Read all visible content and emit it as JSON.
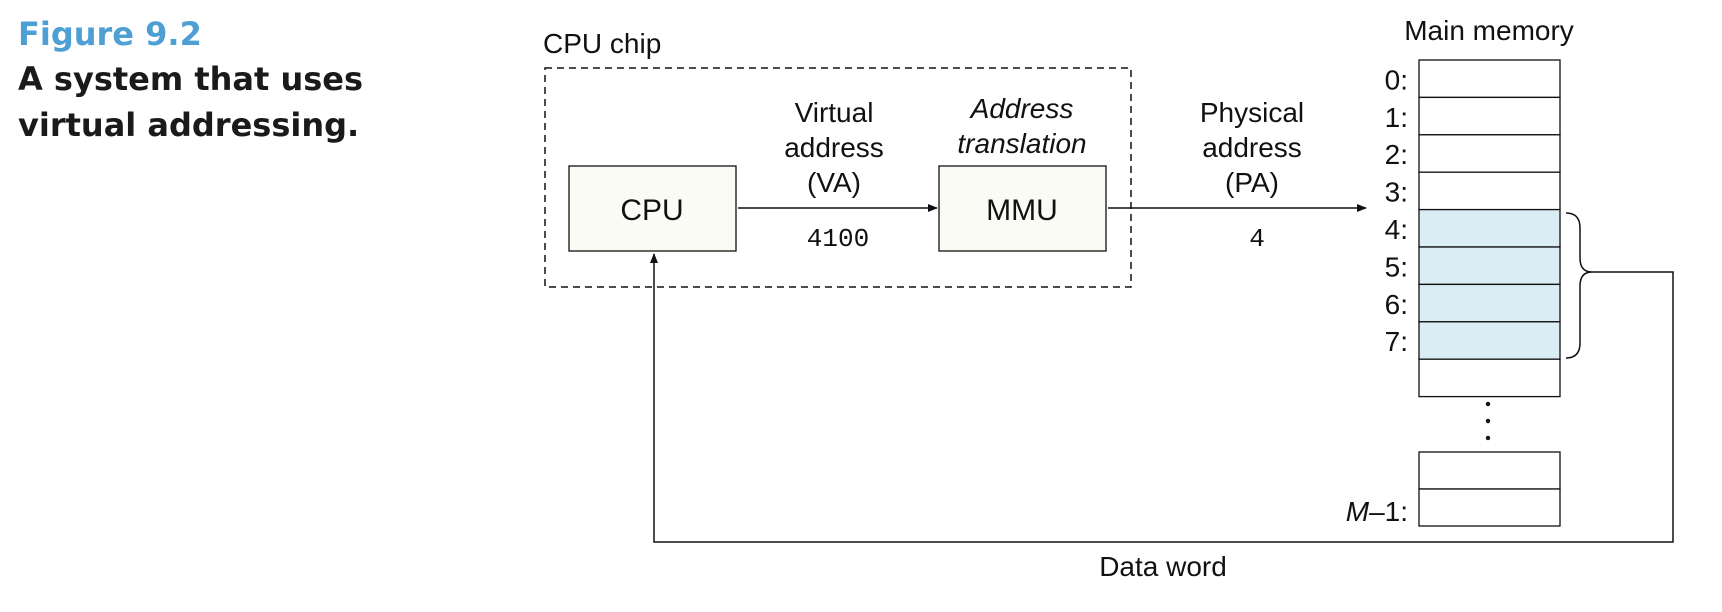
{
  "figure": {
    "label": "Figure 9.2",
    "title": "A system that uses virtual addressing."
  },
  "cpu_chip": {
    "label": "CPU chip",
    "cpu_label": "CPU",
    "mmu_label": "MMU",
    "mmu_caption_line1": "Address",
    "mmu_caption_line2": "translation"
  },
  "virtual_address": {
    "line1": "Virtual",
    "line2": "address",
    "line3": "(VA)",
    "value": "4100"
  },
  "physical_address": {
    "line1": "Physical",
    "line2": "address",
    "line3": "(PA)",
    "value": "4"
  },
  "main_memory": {
    "title": "Main memory",
    "rows": [
      "0:",
      "1:",
      "2:",
      "3:",
      "4:",
      "5:",
      "6:",
      "7:"
    ],
    "highlighted_rows": [
      4,
      5,
      6,
      7
    ],
    "highlight_color": "#daedf4",
    "last_label": "M",
    "last_label_suffix": "–1:"
  },
  "data_word_label": "Data word"
}
